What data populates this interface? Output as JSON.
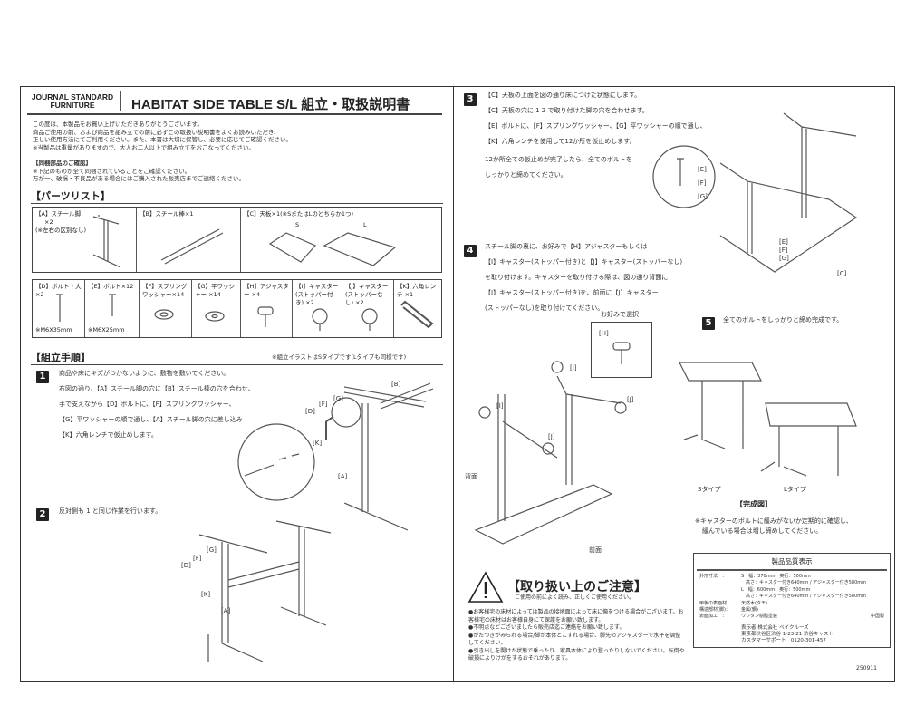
{
  "header": {
    "brand": "JOURNAL STANDARD",
    "brand_sub": "FURNITURE",
    "title": "HABITAT SIDE TABLE S/L 組立・取扱説明書"
  },
  "intro": [
    "この度は、本製品をお買い上げいただきありがとうございます。",
    "商品ご使用の前、および商品を組み立ての前に必ずこの取扱い説明書をよくお読みいただき、",
    "正しい使用方法にてご利用ください。また、本書は大切に保管し、必要に応じてご確認ください。",
    "※当製品は重量がありますので、大人お二人以上で組み立てをおこなってください。"
  ],
  "confirm": {
    "heading": "【同梱部品のご確認】",
    "lines": [
      "※下記のものが全て同梱されていることをご確認ください。",
      "万が一、破損・不良品がある場合にはご購入された販売店までご連絡ください。"
    ]
  },
  "parts": {
    "heading": "【パーツリスト】",
    "row1": [
      {
        "label": "【A】スチール脚",
        "qty": "×2",
        "note": "(※左右の区別なし)"
      },
      {
        "label": "【B】スチール棒×1"
      },
      {
        "label": "【C】天板×1(※SまたはLのどちらか1つ)",
        "s": "S",
        "l": "L"
      }
    ],
    "row2": [
      {
        "label": "【D】ボルト・大×2",
        "note": "※M6X35mm"
      },
      {
        "label": "【E】ボルト×12",
        "note": "※M6X25mm"
      },
      {
        "label": "【F】スプリング ワッシャー×14"
      },
      {
        "label": "【G】平ワッシャー ×14"
      },
      {
        "label": "【H】アジャスター ×4"
      },
      {
        "label": "【I】キャスター (ストッパー付き) ×2"
      },
      {
        "label": "【J】キャスター (ストッパーなし) ×2"
      },
      {
        "label": "【K】六角レンチ ×1"
      }
    ]
  },
  "assembly": {
    "heading": "【組立手順】",
    "note": "※組立イラストはSタイプです(Lタイプも同様です)"
  },
  "steps": [
    {
      "num": "1",
      "lines": [
        "商品や床にキズがつかないように、敷物を敷いてください。",
        "右図の通り、【A】スチール脚の穴に【B】スチール棒の穴を合わせ、",
        "手で支えながら【D】ボルトに、【F】スプリングワッシャー、",
        "【G】平ワッシャーの順で通し、【A】スチール脚の穴に差し込み",
        "【K】六角レンチで仮止めします。"
      ]
    },
    {
      "num": "2",
      "lines": [
        "反対側も 1 と同じ作業を行います。"
      ]
    },
    {
      "num": "3",
      "lines": [
        "【C】天板の上面を図の通り床につけた状態にします。",
        "【C】天板の穴に 1 2 で取り付けた脚の穴を合わせます。",
        "【E】ボルトに、【F】スプリングワッシャー、【G】平ワッシャーの順で通し、",
        "【K】六角レンチを使用して12か所を仮止めします。"
      ],
      "extra": [
        "12か所全ての仮止めが完了したら、全てのボルトを",
        "しっかりと締めてください。"
      ]
    },
    {
      "num": "4",
      "lines": [
        "スチール脚の裏に、お好みで【H】アジャスターもしくは",
        "【I】キャスター(ストッパー付き)と【J】キャスター(ストッパーなし)",
        "を取り付けます。キャスターを取り付ける際は、図の通り背面に",
        "【I】キャスター(ストッパー付き)を、前面に【J】キャスター",
        "(ストッパーなし)を取り付けてください。"
      ]
    },
    {
      "num": "5",
      "lines": [
        "全てのボルトをしっかりと締め完成です。"
      ]
    }
  ],
  "labels": {
    "A": "[A]",
    "B": "[B]",
    "C": "[C]",
    "D": "[D]",
    "E": "[E]",
    "F": "[F]",
    "G": "[G]",
    "H": "[H]",
    "I": "[I]",
    "J": "[J]",
    "K": "[K]",
    "choice": "お好みで選択",
    "back": "背面",
    "front": "前面",
    "s_type": "Sタイプ",
    "l_type": "Lタイプ"
  },
  "complete": {
    "heading": "【完成図】",
    "note": [
      "※キャスターのボルトに緩みがないか定期的に確認し、",
      "緩んでいる場合は増し締めしてください。"
    ]
  },
  "caution": {
    "heading": "【取り扱い上のご注意】",
    "sub": "ご使用の前によく読み、正しくご使用ください。",
    "items": [
      "●お客様宅の床材によっては製品の接地面によって床に傷をつける場合がございます。お客様宅の床材はお客様自身にて保護をお願い致します。",
      "●不明点などございましたら販売店迄ご連絡をお願い致します。",
      "●がたつきがみられる場合/脚が本体とこすれる場合、脚先のアジャスターで水平を調整してください。",
      "●引き出しを開けた状態で乗ったり、家具本体により登ったりしないでください。転倒や破損によりけがをするおそれがあります。"
    ]
  },
  "quality": {
    "title": "製品品質表示",
    "rows": [
      {
        "k": "外形寸法　：",
        "v": "S　幅：370mm　奥行：500mm"
      },
      {
        "k": "",
        "v": "　高さ：キャスター付き640mm / アジャスター付き580mm"
      },
      {
        "k": "",
        "v": "L　幅：600mm　奥行：500mm"
      },
      {
        "k": "",
        "v": "　高さ：キャスター付き640mm / アジャスター付き580mm"
      },
      {
        "k": "甲板の表面材：",
        "v": "天然木(タモ)"
      },
      {
        "k": "構造部材(脚)：",
        "v": "金属(鋼)"
      },
      {
        "k": "表面加工　：",
        "v": "ウレタン樹脂塗装"
      }
    ],
    "origin": "中国製",
    "footer": [
      "表示者:株式会社 ベイクルーズ",
      "東京都渋谷区渋谷 1-23-21 渋谷キャスト",
      "カスタマーサポート　0120-301-457"
    ]
  },
  "doc_code": "250911"
}
